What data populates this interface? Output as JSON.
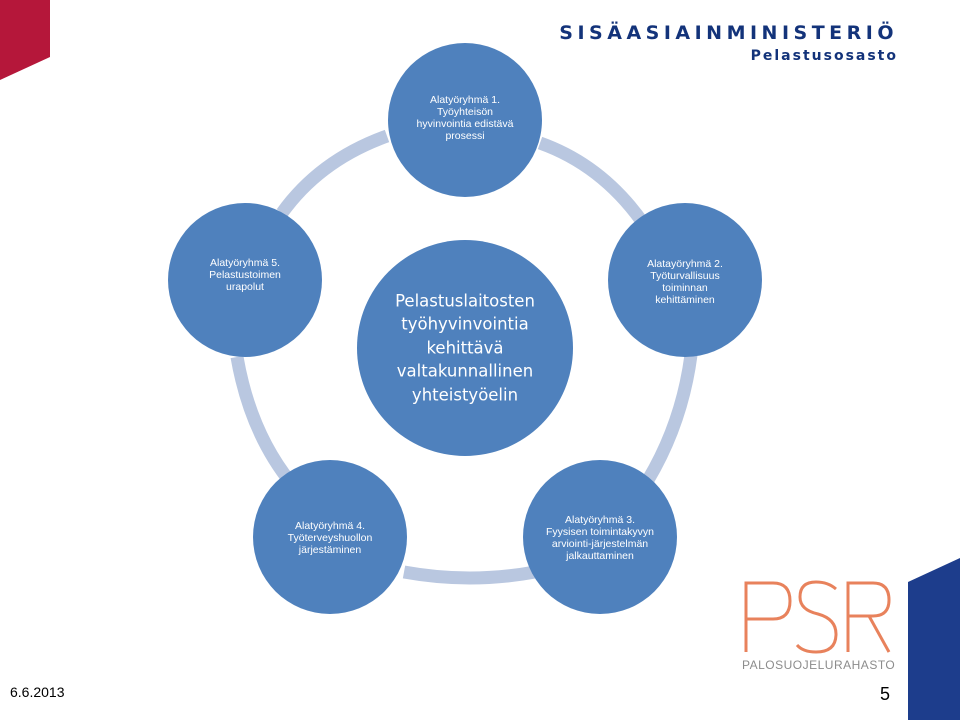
{
  "header": {
    "ministry": "SISÄASIAINMINISTERIÖ",
    "department": "Pelastusosasto"
  },
  "diagram": {
    "center": {
      "lines": [
        "Pelastuslaitosten",
        "työhyvinvointia",
        "kehittävä",
        "valtakunnallinen",
        "yhteistyöelin"
      ]
    },
    "groups": [
      {
        "lines": [
          "Alatyöryhmä 1.",
          "Työyhteisön",
          "hyvinvointia  edistävä",
          "prosessi"
        ]
      },
      {
        "lines": [
          "Alatayöryhmä 2.",
          "Työturvallisuus",
          "toiminnan",
          "kehittäminen"
        ]
      },
      {
        "lines": [
          "Alatyöryhmä 3.",
          "Fyysisen toimintakyvyn",
          "arviointi-järjestelmän",
          "jalkauttaminen"
        ]
      },
      {
        "lines": [
          "Alatyöryhmä 4.",
          "Työterveyshuollon",
          "järjestäminen"
        ]
      },
      {
        "lines": [
          "Alatyöryhmä 5.",
          "Pelastustoimen",
          "urapolut"
        ]
      }
    ]
  },
  "logo": {
    "letters": "PSR",
    "caption": "PALOSUOJELURAHASTO"
  },
  "footer": {
    "date": "6.6.2013",
    "page_number": "5"
  },
  "colors": {
    "circle_fill": "#4f81bd",
    "connector": "#b9c7e0",
    "brand_navy": "#13337a",
    "corner_red": "#b5173a",
    "corner_blue": "#1d3d8c",
    "psr_orange": "#e8825c"
  }
}
